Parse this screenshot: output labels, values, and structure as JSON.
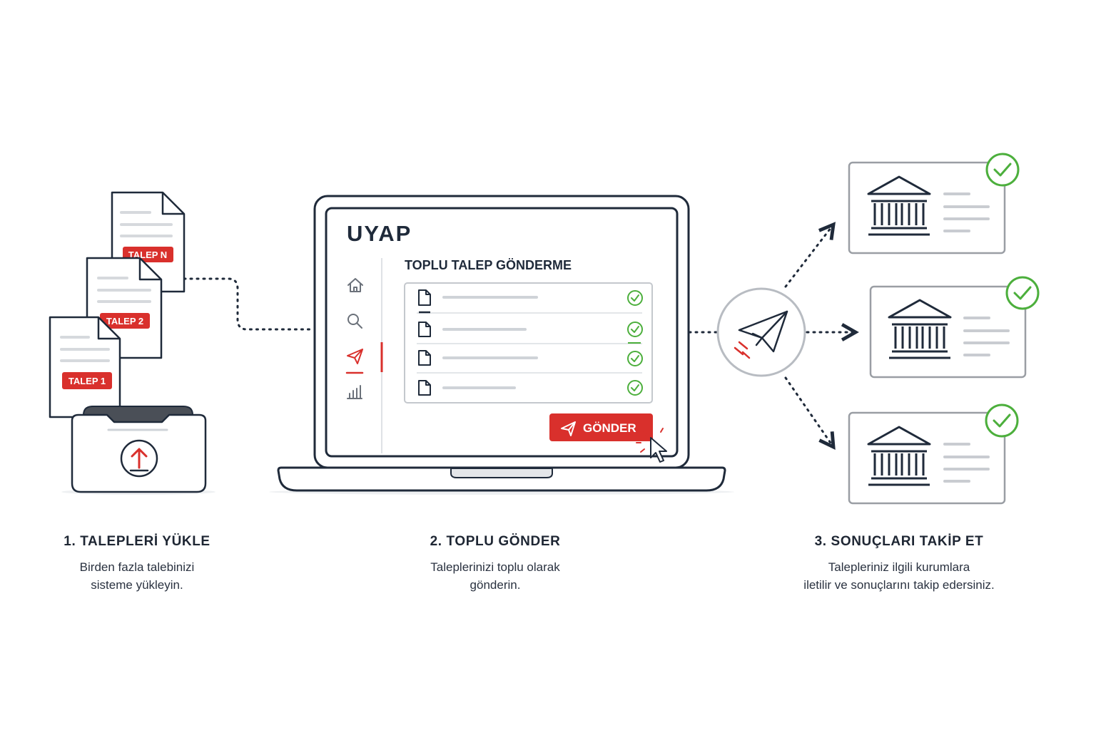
{
  "colors": {
    "ink": "#1f2a3a",
    "accent_red": "#d9302c",
    "success_green": "#4caf3c",
    "line_gray": "#cfd3d8",
    "frame_gray": "#9a9ea4"
  },
  "documents": [
    {
      "label": "TALEP N"
    },
    {
      "label": "TALEP 2"
    },
    {
      "label": "TALEP 1"
    }
  ],
  "upload": {
    "icon": "upload-arrow-icon"
  },
  "laptop": {
    "logo": "UYAP",
    "sidebar_icons": [
      "home-icon",
      "search-icon",
      "send-icon",
      "chart-icon"
    ],
    "active_sidebar_icon": "send-icon",
    "title": "TOPLU TALEP GÖNDERME",
    "rows": [
      {
        "icon": "document-icon",
        "status": "check-icon"
      },
      {
        "icon": "document-icon",
        "status": "check-icon"
      },
      {
        "icon": "document-icon",
        "status": "check-icon"
      },
      {
        "icon": "document-icon",
        "status": "check-icon"
      }
    ],
    "send_button": "GÖNDER"
  },
  "hub": {
    "icon": "paper-plane-icon"
  },
  "institutions": [
    {
      "icon": "courthouse-icon",
      "status": "check-icon"
    },
    {
      "icon": "courthouse-icon",
      "status": "check-icon"
    },
    {
      "icon": "courthouse-icon",
      "status": "check-icon"
    }
  ],
  "steps": [
    {
      "title": "1.  TALEPLERİ YÜKLE",
      "desc_line1": "Birden fazla talebinizi",
      "desc_line2": "sisteme yükleyin."
    },
    {
      "title": "2.  TOPLU GÖNDER",
      "desc_line1": "Taleplerinizi toplu olarak",
      "desc_line2": "gönderin."
    },
    {
      "title": "3. SONUÇLARI TAKİP ET",
      "desc_line1": "Talepleriniz ilgili kurumlara",
      "desc_line2": "iletilir ve sonuçlarını takip edersiniz."
    }
  ]
}
